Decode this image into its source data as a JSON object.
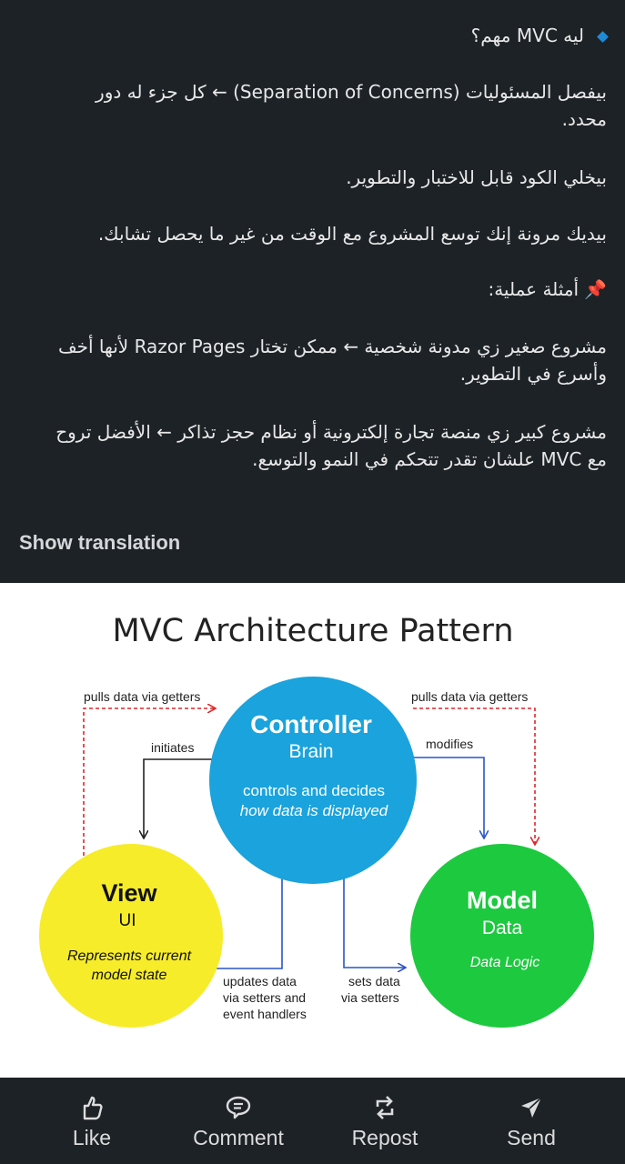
{
  "post": {
    "heading": "ليه MVC مهم؟",
    "line1a": "بيفصل المسئوليات (Separation of Concerns) ← كل جزء له دور",
    "line1b": "محدد.",
    "line2": "بيخلي الكود قابل للاختبار والتطوير.",
    "line3": "بيديك مرونة إنك توسع المشروع مع الوقت من غير ما يحصل تشابك.",
    "examples_heading": "أمثلة عملية:",
    "example1a": "مشروع صغير زي مدونة شخصية ← ممكن تختار Razor Pages لأنها أخف",
    "example1b": "وأسرع في التطوير.",
    "example2a": "مشروع كبير زي منصة تجارة إلكترونية أو نظام حجز تذاكر ← الأفضل تروح",
    "example2b": "مع MVC علشان تقدر تتحكم في النمو والتوسع."
  },
  "show_translation": "Show translation",
  "diagram": {
    "title": "MVC Architecture Pattern",
    "controller": {
      "name": "Controller",
      "role": "Brain",
      "desc1": "controls and decides",
      "desc2": "how data is displayed",
      "color": "#1aa3dc"
    },
    "view": {
      "name": "View",
      "role": "UI",
      "desc1": "Represents current",
      "desc2": "model state",
      "color": "#f6ec2a"
    },
    "model": {
      "name": "Model",
      "role": "Data",
      "desc1": "Data Logic",
      "color": "#1dc93f"
    },
    "labels": {
      "pulls_left": "pulls data via getters",
      "pulls_right": "pulls data via getters",
      "initiates": "initiates",
      "modifies": "modifies",
      "updates1": "updates data",
      "updates2": "via setters and",
      "updates3": "event handlers",
      "sets1": "sets data",
      "sets2": "via setters"
    },
    "dashed_color": "#e0262b"
  },
  "actions": [
    {
      "label": "Like",
      "icon": "thumbs-up-icon"
    },
    {
      "label": "Comment",
      "icon": "comment-icon"
    },
    {
      "label": "Repost",
      "icon": "repost-icon"
    },
    {
      "label": "Send",
      "icon": "send-icon"
    }
  ]
}
